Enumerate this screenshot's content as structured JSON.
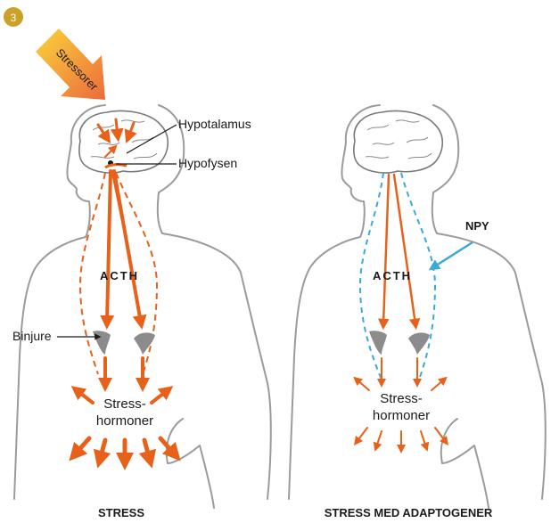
{
  "badge": {
    "number": "3",
    "color": "#c9a227"
  },
  "stressor": {
    "label": "Stressorer"
  },
  "left_panel": {
    "title": "STRESS",
    "labels": {
      "hypothalamus": "Hypotalamus",
      "pituitary": "Hypofysen",
      "acth": "ACTH",
      "adrenal": "Binjure",
      "hormones_line1": "Stress-",
      "hormones_line2": "hormoner"
    }
  },
  "right_panel": {
    "title": "STRESS MED ADAPTOGENER",
    "labels": {
      "npy": "NPY",
      "acth": "ACTH",
      "hormones_line1": "Stress-",
      "hormones_line2": "hormoner"
    }
  },
  "colors": {
    "stress_orange": "#e8611a",
    "npy_blue": "#3aaad6",
    "outline_gray": "#9b9b9b"
  }
}
